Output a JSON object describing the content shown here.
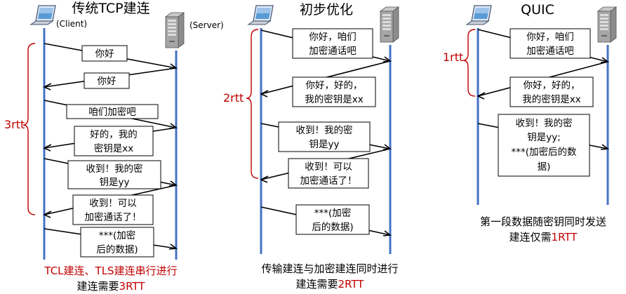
{
  "colors": {
    "lifeline": "#4472c4",
    "accent": "#c00000",
    "arrow": "#000000"
  },
  "panels": [
    {
      "title": "传统TCP建连",
      "client_label": "(Client)",
      "server_label": "(Server)",
      "rtt_label": "3rtt",
      "messages": [
        [
          "你好"
        ],
        [
          "你好"
        ],
        [
          "咱们加密吧"
        ],
        [
          "好的，我的",
          "密钥是xx"
        ],
        [
          "收到！我的密",
          "钥是yy"
        ],
        [
          "收到！可以",
          "加密通话了！"
        ],
        [
          "***(加密",
          "后的数据)"
        ]
      ],
      "caption": {
        "line1": "TCL建连、TLS建连串行进行",
        "line2_prefix": "建连需要",
        "line2_highlight": "3RTT"
      }
    },
    {
      "title": "初步优化",
      "rtt_label": "2rtt",
      "messages": [
        [
          "你好，咱们",
          "加密通话吧"
        ],
        [
          "你好，好的，",
          "我的密钥是xx"
        ],
        [
          "收到！我的密",
          "钥是yy"
        ],
        [
          "收到！可以",
          "加密通话了！"
        ],
        [
          "***(加密",
          "后的数据)"
        ]
      ],
      "caption": {
        "line1": "传输建连与加密建连同时进行",
        "line2_prefix": "建连需要",
        "line2_highlight": "2RTT"
      }
    },
    {
      "title": "QUIC",
      "rtt_label": "1rtt",
      "messages": [
        [
          "你好，咱们",
          "加密通话吧"
        ],
        [
          "你好，好的，",
          "我的密钥是xx"
        ],
        [
          "收到！我的密",
          "钥是yy;",
          "***(加密后的数",
          "据)"
        ]
      ],
      "caption": {
        "line1": "第一段数据随密钥同时发送",
        "line2_prefix": "建连仅需",
        "line2_highlight": "1RTT"
      }
    }
  ],
  "icons": {
    "client": "laptop-icon",
    "server": "server-tower-icon"
  }
}
